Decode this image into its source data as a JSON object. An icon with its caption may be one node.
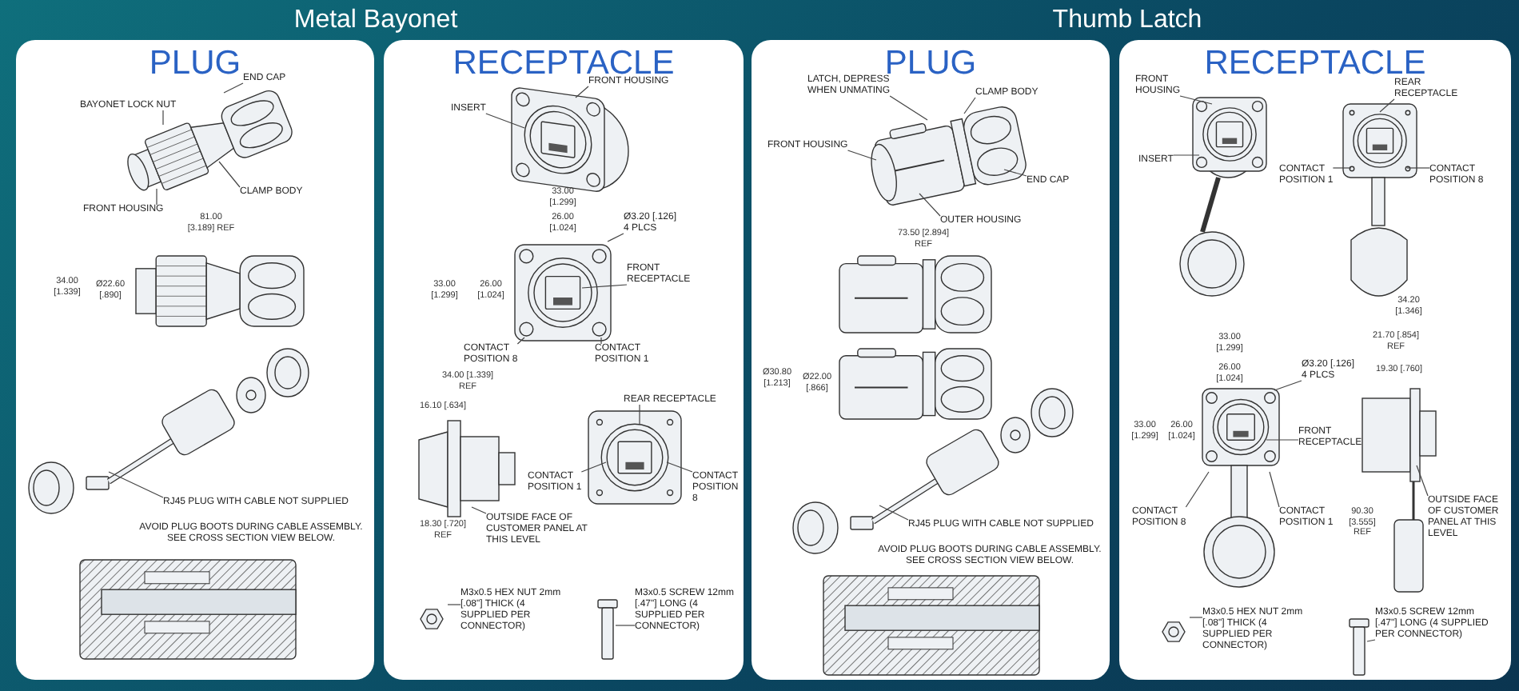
{
  "diagram": {
    "nodes": [
      {
        "text": [
          "PLUG"
        ]
      },
      {
        "text": [
          "END CAP"
        ],
        "in": 0
      },
      {
        "text": [
          "BAYONET LOCK NUT"
        ],
        "in": 0
      },
      {
        "text": [
          "CLAMP BODY"
        ],
        "in": 0
      },
      {
        "text": [
          "FRONT HOUSING"
        ],
        "in": 0
      },
      {
        "text": [
          "RJ45 PLUG WITH CABLE NOT SUPPLIED"
        ],
        "in": 0
      },
      {
        "text": [
          "RECEPTACLE"
        ]
      },
      {
        "text": [
          "FRONT HOUSING"
        ],
        "in": 6
      },
      {
        "text": [
          "INSERT"
        ],
        "in": 6
      },
      {
        "text": [
          "Ø3.20 [.126] 4 PLCS"
        ],
        "in": 6
      },
      {
        "text": [
          "FRONT RECEPTACLE"
        ],
        "in": 6
      },
      {
        "text": [
          "CONTACT POSITION 8"
        ],
        "in": 6
      },
      {
        "text": [
          "CONTACT POSITION 1"
        ],
        "in": 6
      },
      {
        "text": [
          "REAR RECEPTACLE"
        ],
        "in": 6
      },
      {
        "text": [
          "CONTACT POSITION 1"
        ],
        "in": 6
      },
      {
        "text": [
          "CONTACT POSITION 8"
        ],
        "in": 6
      },
      {
        "text": [
          "OUTSIDE FACE OF CUSTOMER PANEL AT THIS LEVEL"
        ],
        "in": 6
      },
      {
        "text": [
          "M3x0.5 HEX NUT 2mm [.08\"] THICK (4 SUPPLIED PER CONNECTOR)"
        ],
        "in": 6
      },
      {
        "text": [
          "M3x0.5 SCREW 12mm [.47\"] LONG (4 SUPPLIED PER CONNECTOR)"
        ],
        "in": 6
      },
      {
        "text": [
          "PLUG"
        ]
      },
      {
        "text": [
          "LATCH, DEPRESS WHEN UNMATING"
        ],
        "in": 19
      },
      {
        "text": [
          "CLAMP BODY"
        ],
        "in": 19
      },
      {
        "text": [
          "FRONT HOUSING"
        ],
        "in": 19
      },
      {
        "text": [
          "END CAP"
        ],
        "in": 19
      },
      {
        "text": [
          "OUTER HOUSING"
        ],
        "in": 19
      },
      {
        "text": [
          "RJ45 PLUG WITH CABLE NOT SUPPLIED"
        ],
        "in": 19
      },
      {
        "text": [
          "RECEPTACLE"
        ]
      },
      {
        "text": [
          "FRONT HOUSING"
        ],
        "in": 26
      },
      {
        "text": [
          "INSERT"
        ],
        "in": 26
      },
      {
        "text": [
          "REAR RECEPTACLE"
        ],
        "in": 26
      },
      {
        "text": [
          "CONTACT POSITION 1"
        ],
        "in": 26
      },
      {
        "text": [
          "CONTACT POSITION 8"
        ],
        "in": 26
      },
      {
        "text": [
          "Ø3.20 [.126] 4 PLCS"
        ],
        "in": 26
      },
      {
        "text": [
          "FRONT RECEPTACLE"
        ],
        "in": 26
      },
      {
        "text": [
          "CONTACT POSITION 8"
        ],
        "in": 26
      },
      {
        "text": [
          "CONTACT POSITION 1"
        ],
        "in": 26
      },
      {
        "text": [
          "OUTSIDE FACE OF CUSTOMER PANEL AT THIS LEVEL"
        ],
        "in": 26
      },
      {
        "text": [
          "M3x0.5 HEX NUT 2mm [.08\"] THICK (4 SUPPLIED PER CONNECTOR)"
        ],
        "in": 26
      },
      {
        "text": [
          "M3x0.5 SCREW 12mm [.47\"] LONG (4 SUPPLIED PER CONNECTOR)"
        ],
        "in": 26
      }
    ],
    "edges": [
      {
        "from": 1,
        "to": null,
        "arrow": "none"
      },
      {
        "from": 2,
        "to": null,
        "arrow": "none"
      },
      {
        "from": 3,
        "to": null,
        "arrow": "none"
      },
      {
        "from": 4,
        "to": null,
        "arrow": "none"
      },
      {
        "from": 5,
        "to": null,
        "arrow": "none"
      },
      {
        "from": 7,
        "to": null,
        "arrow": "none"
      },
      {
        "from": 8,
        "to": null,
        "arrow": "none"
      },
      {
        "from": 9,
        "to": null,
        "arrow": "none"
      },
      {
        "from": 10,
        "to": null,
        "arrow": "none"
      },
      {
        "from": 11,
        "to": null,
        "arrow": "none"
      },
      {
        "from": 12,
        "to": null,
        "arrow": "none"
      },
      {
        "from": 13,
        "to": null,
        "arrow": "none"
      },
      {
        "from": 14,
        "to": null,
        "arrow": "none"
      },
      {
        "from": 15,
        "to": null,
        "arrow": "none"
      },
      {
        "from": 16,
        "to": null,
        "arrow": "none"
      },
      {
        "from": 17,
        "to": null,
        "arrow": "none"
      },
      {
        "from": 18,
        "to": null,
        "arrow": "none"
      },
      {
        "from": 20,
        "to": null,
        "arrow": "none"
      },
      {
        "from": 21,
        "to": null,
        "arrow": "none"
      },
      {
        "from": 22,
        "to": null,
        "arrow": "none"
      },
      {
        "from": 23,
        "to": null,
        "arrow": "none"
      },
      {
        "from": 24,
        "to": null,
        "arrow": "none"
      },
      {
        "from": 25,
        "to": null,
        "arrow": "none"
      },
      {
        "from": 27,
        "to": null,
        "arrow": "none"
      },
      {
        "from": 28,
        "to": null,
        "arrow": "none"
      },
      {
        "from": 29,
        "to": null,
        "arrow": "none"
      },
      {
        "from": 30,
        "to": null,
        "arrow": "none"
      },
      {
        "from": 31,
        "to": null,
        "arrow": "none"
      },
      {
        "from": 32,
        "to": null,
        "arrow": "none"
      },
      {
        "from": 33,
        "to": null,
        "arrow": "none"
      },
      {
        "from": 34,
        "to": null,
        "arrow": "none"
      },
      {
        "from": 35,
        "to": null,
        "arrow": "none"
      },
      {
        "from": 36,
        "to": null,
        "arrow": "none"
      },
      {
        "from": 37,
        "to": null,
        "arrow": "none"
      },
      {
        "from": 38,
        "to": null,
        "arrow": "none"
      }
    ],
    "labels": [
      "Metal Bayonet",
      "Thumb Latch",
      "81.00 [3.189] REF",
      "34.00 [1.339]",
      "Ø22.60 [.890]",
      "AVOID PLUG BOOTS DURING CABLE ASSEMBLY. SEE CROSS SECTION VIEW BELOW.",
      "33.00 [1.299]",
      "26.00 [1.024]",
      "33.00 [1.299]",
      "26.00 [1.024]",
      "34.00 [1.339] REF",
      "16.10 [.634]",
      "18.30 [.720] REF",
      "73.50 [2.894] REF",
      "Ø30.80 [1.213]",
      "Ø22.00 [.866]",
      "AVOID PLUG BOOTS DURING CABLE ASSEMBLY. SEE CROSS SECTION VIEW BELOW.",
      "34.20 [1.346]",
      "21.70 [.854] REF",
      "19.30 [.760]",
      "33.00 [1.299]",
      "26.00 [1.024]",
      "33.00 [1.299]",
      "26.00 [1.024]",
      "90.30 [3.555] REF"
    ]
  }
}
